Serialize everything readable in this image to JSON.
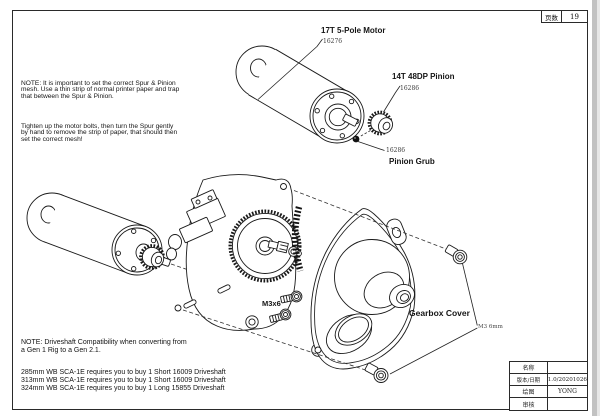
{
  "page": {
    "page_label": "页数",
    "page_number": "19"
  },
  "notes": {
    "mesh_p1": [
      "NOTE: It is important to set the correct Spur & Pinion",
      "mesh. Use a thin strip of normal printer paper and trap",
      "that between the Spur & Pinion."
    ],
    "mesh_p2": [
      "Tighten up the motor bolts, then turn the Spur gently",
      "by hand to remove the strip of paper, that should then",
      "set the correct mesh!"
    ],
    "driveshaft_p1": [
      "NOTE: Driveshaft Compatibility when converting from",
      "a Gen 1 Rig to a Gen 2.1."
    ],
    "driveshaft_list": [
      "285mm WB SCA-1E requires you to buy 1 Short 16009 Driveshaft",
      "313mm WB SCA-1E requires you to buy 1 Short 16009 Driveshaft",
      "324mm WB SCA-1E requires you to buy 1 Long 15855 Driveshaft"
    ]
  },
  "labels": {
    "motor_title": "17T 5-Pole Motor",
    "motor_part": "16276",
    "pinion_title": "14T 48DP Pinion",
    "pinion_part": "16286",
    "grub_part": "16286",
    "grub_title": "Pinion Grub",
    "m3x6": "M3x6",
    "gearbox_cover": "Gearbox Cover",
    "m3_6mm": "M3 6mm"
  },
  "title_block": {
    "rows": [
      {
        "label": "名称",
        "value": ""
      },
      {
        "label": "版本/日期",
        "value": "1.0/20201026"
      },
      {
        "label": "绘图",
        "value": "YONG"
      },
      {
        "label": "审核",
        "value": ""
      }
    ]
  },
  "colors": {
    "line": "#1a1a1a",
    "page_edge": "#c2c2c2"
  }
}
